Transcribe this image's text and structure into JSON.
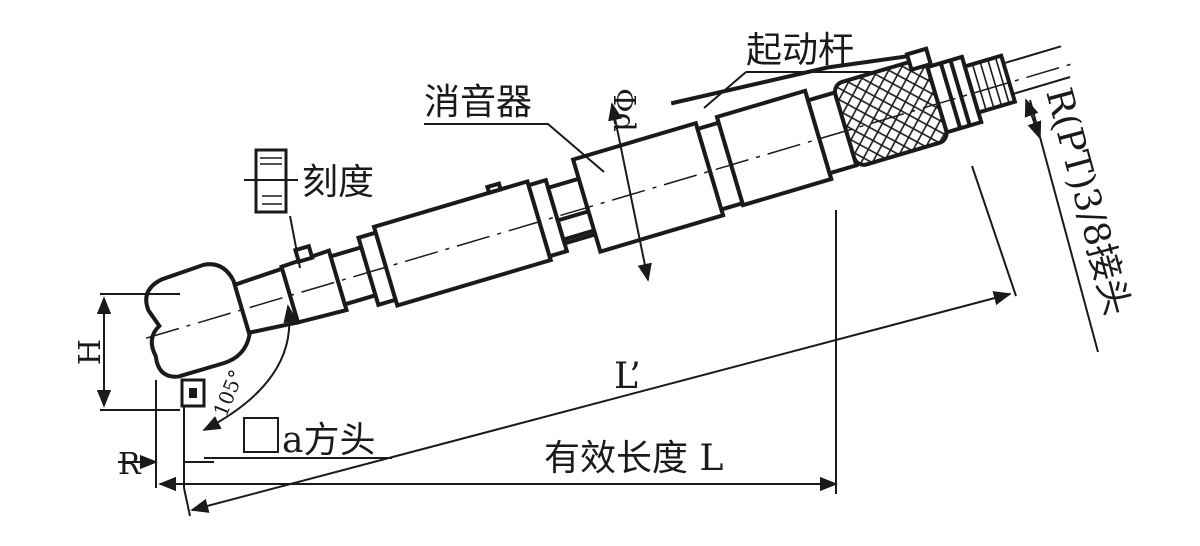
{
  "labels": {
    "trigger": "起动杆",
    "muffler": "消音器",
    "scale": "刻度",
    "diameter": "Φd",
    "connector": "R(PT)3/8接头",
    "height": "H",
    "offset": "R",
    "angle": "105°",
    "square_drive": "a方头",
    "length_prime": "L’",
    "effective_length": "有效长度 L"
  },
  "colors": {
    "ink": "#1a1a1a",
    "background": "#ffffff"
  }
}
